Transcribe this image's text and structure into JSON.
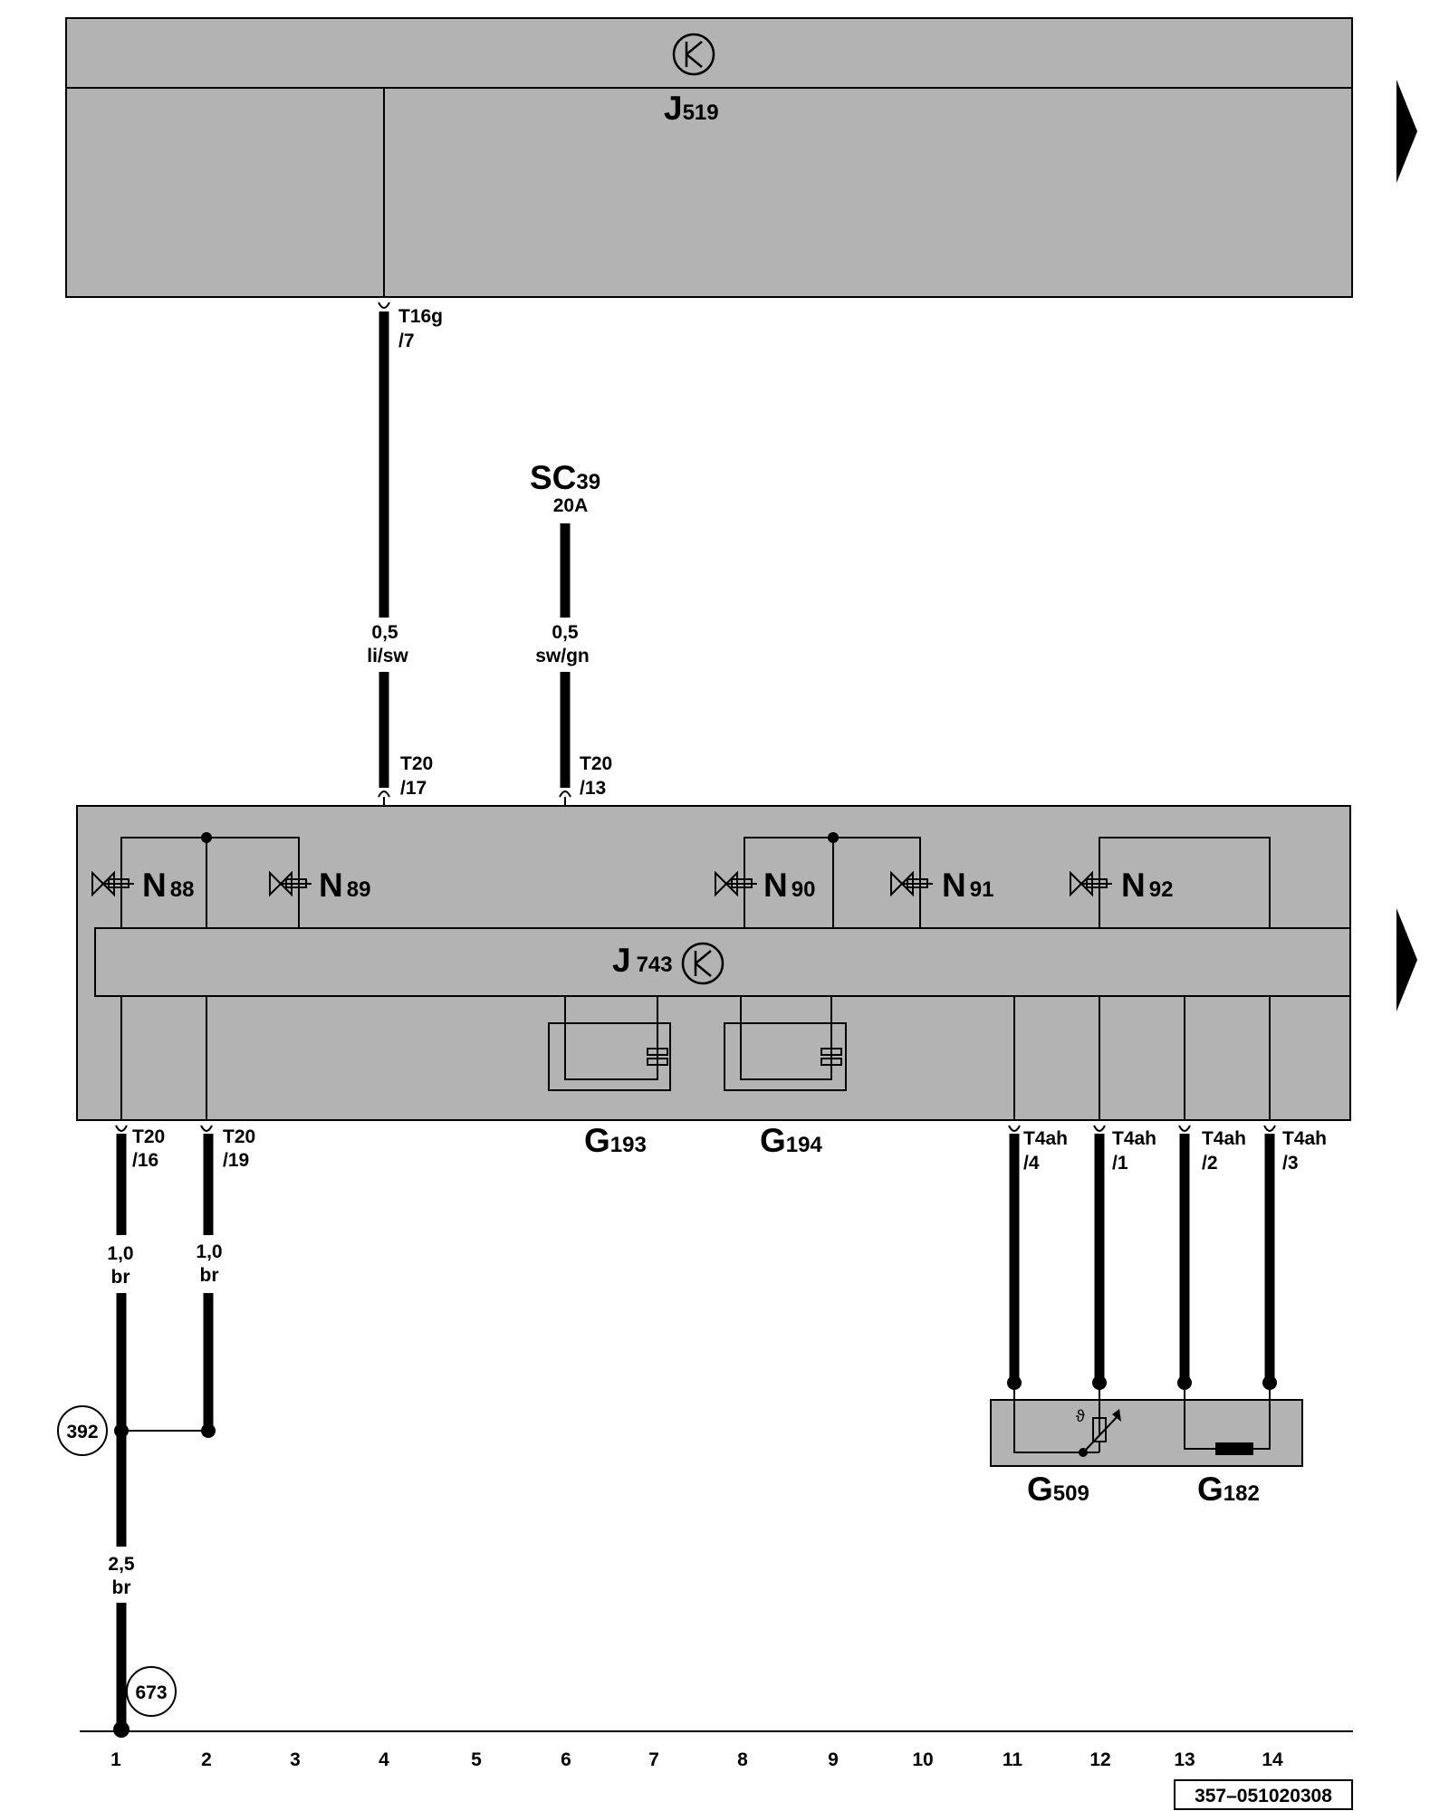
{
  "components": {
    "j519": {
      "name": "J",
      "sub": "519"
    },
    "j743": {
      "name": "J",
      "sub": "743"
    },
    "sc39": {
      "name": "SC",
      "sub": "39",
      "rating": "20A"
    },
    "n88": {
      "name": "N",
      "sub": "88"
    },
    "n89": {
      "name": "N",
      "sub": "89"
    },
    "n90": {
      "name": "N",
      "sub": "90"
    },
    "n91": {
      "name": "N",
      "sub": "91"
    },
    "n92": {
      "name": "N",
      "sub": "92"
    },
    "g193": {
      "name": "G",
      "sub": "193"
    },
    "g194": {
      "name": "G",
      "sub": "194"
    },
    "g509": {
      "name": "G",
      "sub": "509"
    },
    "g182": {
      "name": "G",
      "sub": "182"
    }
  },
  "connectors": {
    "t16g_7": {
      "name": "T16g",
      "pin": "/7"
    },
    "t20_17": {
      "name": "T20",
      "pin": "/17"
    },
    "t20_13": {
      "name": "T20",
      "pin": "/13"
    },
    "t20_16": {
      "name": "T20",
      "pin": "/16"
    },
    "t20_19": {
      "name": "T20",
      "pin": "/19"
    },
    "t4ah_4": {
      "name": "T4ah",
      "pin": "/4"
    },
    "t4ah_1": {
      "name": "T4ah",
      "pin": "/1"
    },
    "t4ah_2": {
      "name": "T4ah",
      "pin": "/2"
    },
    "t4ah_3": {
      "name": "T4ah",
      "pin": "/3"
    }
  },
  "wires": {
    "w4": {
      "size": "0,5",
      "color": "li/sw"
    },
    "w6": {
      "size": "0,5",
      "color": "sw/gn"
    },
    "w1a": {
      "size": "1,0",
      "color": "br"
    },
    "w2": {
      "size": "1,0",
      "color": "br"
    },
    "w1b": {
      "size": "2,5",
      "color": "br"
    }
  },
  "references": {
    "r392": "392",
    "r673": "673"
  },
  "tracks": [
    "1",
    "2",
    "3",
    "4",
    "5",
    "6",
    "7",
    "8",
    "9",
    "10",
    "11",
    "12",
    "13",
    "14"
  ],
  "doc_id": "357–051020308"
}
